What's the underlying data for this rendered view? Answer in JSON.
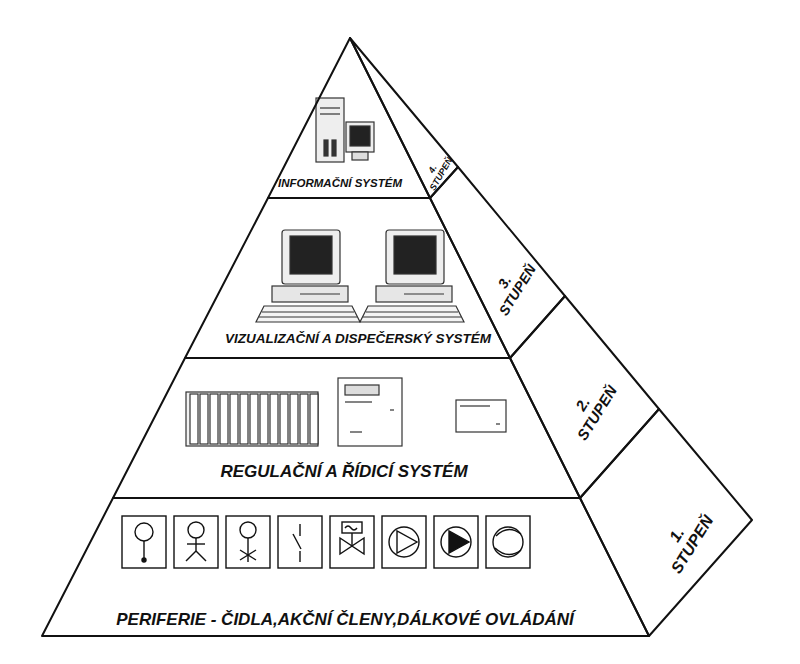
{
  "diagram": {
    "nodes": [
      {
        "text": [
          "INFORMAČNÍ SYSTÉM"
        ]
      },
      {
        "text": [
          "4. STUPEŇ"
        ]
      },
      {
        "text": [
          "VIZUALIZAČNÍ A DISPEČERSKÝ SYSTÉM"
        ]
      },
      {
        "text": [
          "3. STUPEŇ"
        ]
      },
      {
        "text": [
          "REGULAČNÍ A ŘÍDICÍ SYSTÉM"
        ]
      },
      {
        "text": [
          "2. STUPEŇ"
        ]
      },
      {
        "text": [
          "PERIFERIE - ČIDLA,AKČNÍ ČLENY,DÁLKOVÉ OVLÁDÁNÍ"
        ]
      },
      {
        "text": [
          "1. STUPEŇ"
        ]
      }
    ]
  }
}
